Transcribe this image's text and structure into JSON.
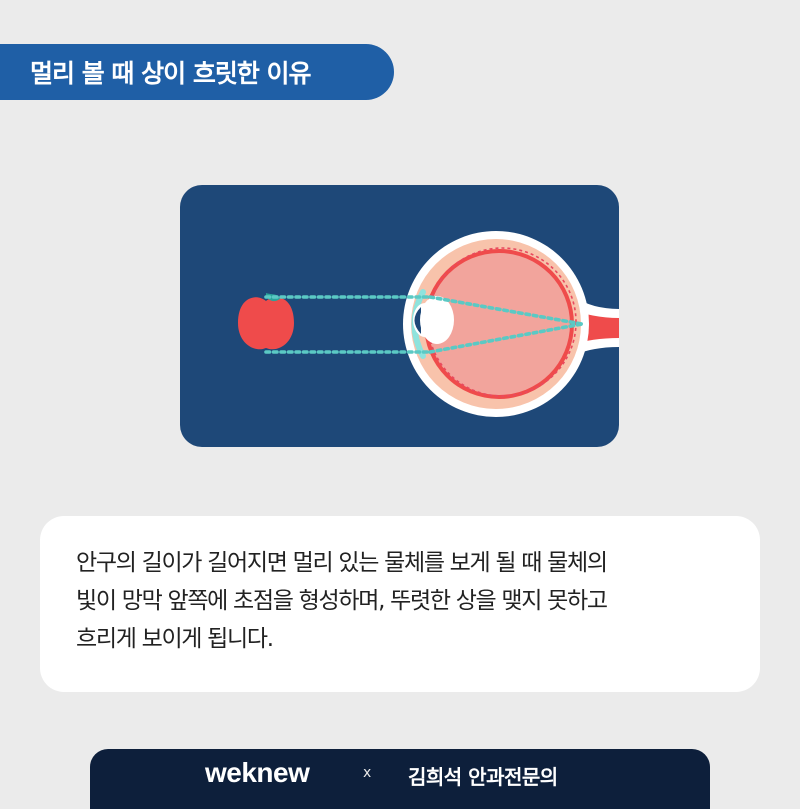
{
  "header": {
    "title": "멀리 볼 때 상이 흐릿한 이유"
  },
  "caption": {
    "lines": [
      "안구의 길이가 길어지면 멀리 있는 물체를 보게 될 때 물체의",
      "빛이 망막 앞쪽에 초점을 형성하며, 뚜렷한 상을 맺지 못하고",
      "흐리게 보이게 됩니다."
    ]
  },
  "footer": {
    "brand_left": "weknew",
    "separator": "x",
    "brand_right": "김희석 안과전문의"
  },
  "colors": {
    "title_bg": "#1f5fa6",
    "card_bg": "#1e4878",
    "footer_bg": "#0d1f3b",
    "apple": "#ef4b4b",
    "ray": "#5bc9c4",
    "eye_inner": "#f2a49c"
  },
  "icons": [
    "apple-icon",
    "eye-icon"
  ]
}
